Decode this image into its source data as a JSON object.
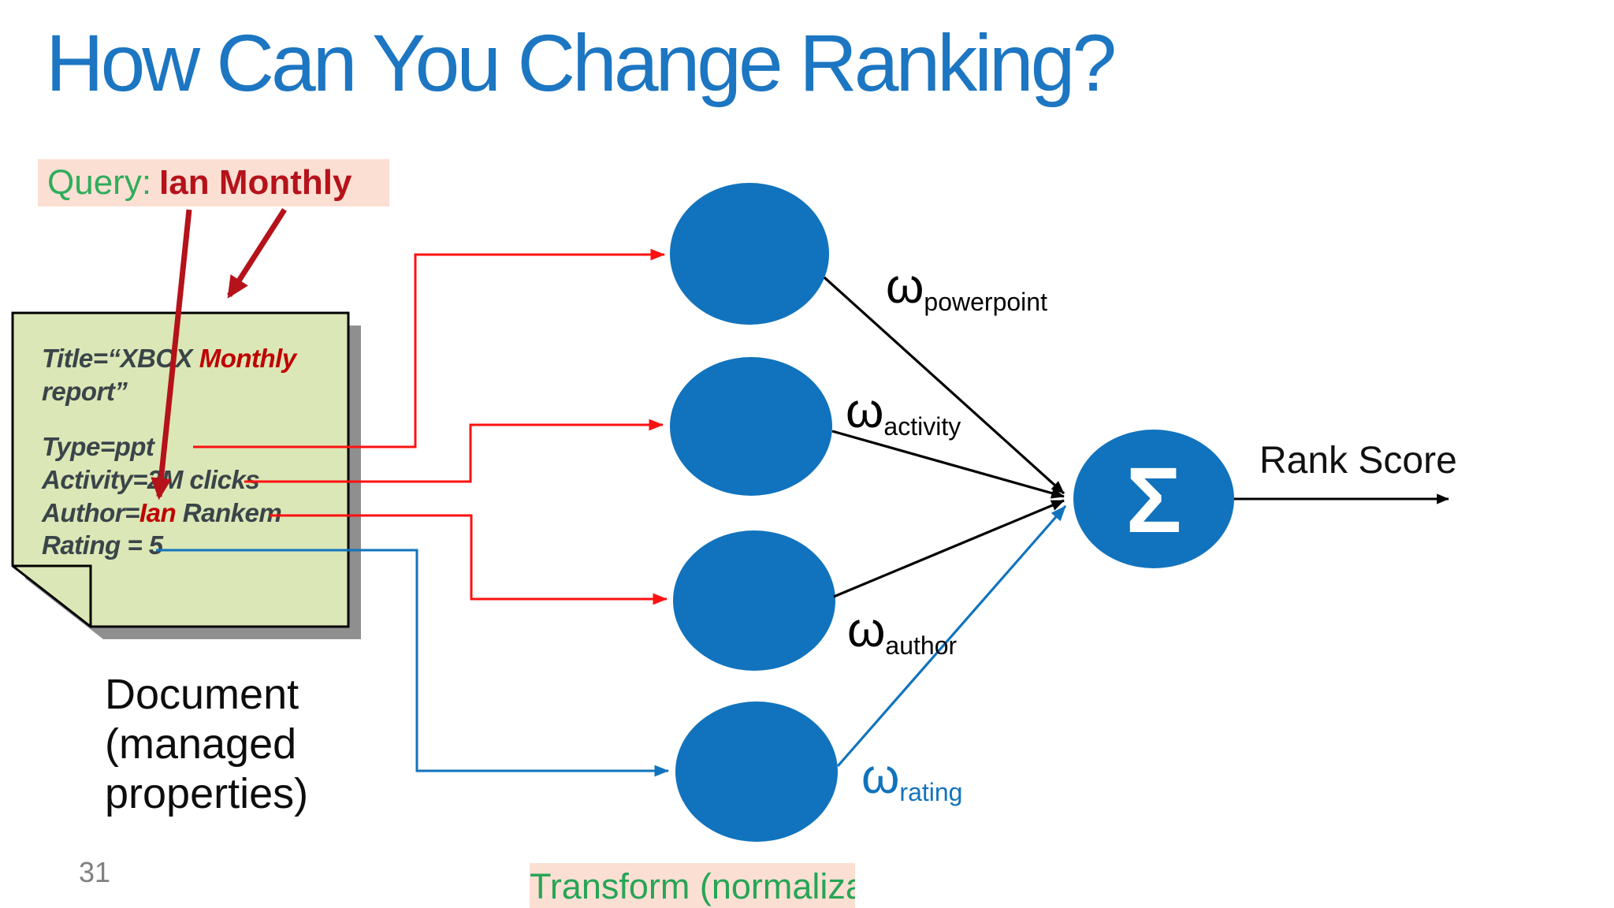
{
  "slide": {
    "title": "How Can You Change Ranking?",
    "page_number": "31"
  },
  "query": {
    "label": "Query:",
    "value": "Ian Monthly"
  },
  "note": {
    "title_prefix": "Title=“XBOX ",
    "title_highlight": "Monthly",
    "title_line2": "report”",
    "type": "Type=ppt",
    "activity": "Activity=2M clicks",
    "author_prefix": "Author=",
    "author_highlight": "Ian",
    "author_suffix": " Rankem",
    "rating": "Rating = 5",
    "caption": "Document\n(managed\nproperties)"
  },
  "network": {
    "omega": "ω",
    "weights": {
      "powerpoint": "powerpoint",
      "activity": "activity",
      "author": "author",
      "rating": "rating"
    },
    "sum": "Σ",
    "output": "Rank Score"
  },
  "transform_label": "Transform (normalization)",
  "colors": {
    "node_blue": "#1173bd",
    "title_blue": "#1c76c2",
    "connector_red": "#fe1111",
    "dark_red": "#b5121a",
    "highlight_red": "#c00000",
    "green": "#2fad5c",
    "note_fill": "#dbe7b6",
    "note_ink": "#3a4449",
    "label_pink_bg": "#fcdfd3",
    "shadow_gray": "#8f8f8f",
    "page_gray": "#808080"
  }
}
